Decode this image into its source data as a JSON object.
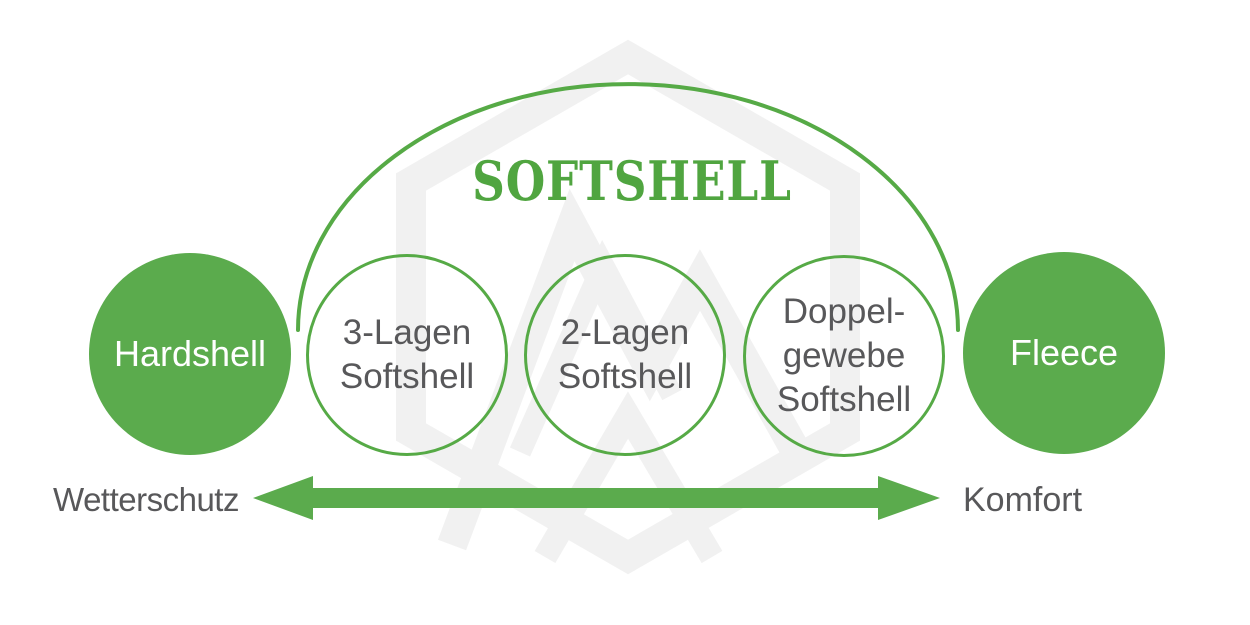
{
  "title": "SOFTSHELL",
  "colors": {
    "accent_green": "#56aa46",
    "solid_circle_green": "#5bab4d",
    "title_green": "#50a540",
    "text_gray": "#58585a",
    "watermark_gray": "#f1f1f1",
    "circle_text_white": "#ffffff",
    "background": "#ffffff"
  },
  "spectrum": {
    "left_endpoint": {
      "label": "Hardshell"
    },
    "right_endpoint": {
      "label": "Fleece"
    },
    "softshell_types": [
      {
        "label": "3-Lagen Softshell",
        "lines": [
          "3-Lagen",
          "Softshell"
        ]
      },
      {
        "label": "2-Lagen Softshell",
        "lines": [
          "2-Lagen",
          "Softshell"
        ]
      },
      {
        "label": "Doppelgewebe Softshell",
        "lines": [
          "Doppel-",
          "gewebe",
          "Softshell"
        ]
      }
    ]
  },
  "axis": {
    "left_label": "Wetterschutz",
    "right_label": "Komfort"
  },
  "icons": {
    "watermark": "hexagon-mountain-logo",
    "arc": "softshell-grouping-arc",
    "arrow": "double-headed-spectrum-arrow"
  }
}
